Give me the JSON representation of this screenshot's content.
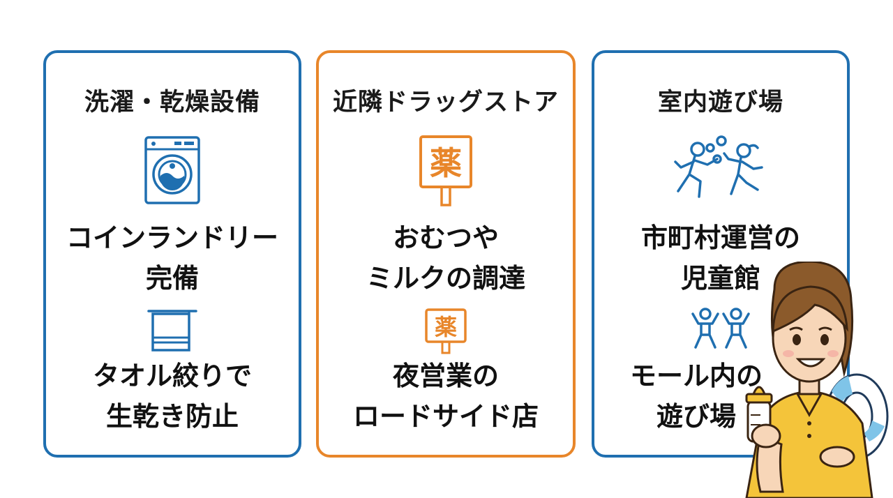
{
  "cards": [
    {
      "title": "洗濯・乾燥設備",
      "item1": [
        "コインランドリー",
        "完備"
      ],
      "item2": [
        "タオル絞りで",
        "生乾き防止"
      ],
      "icon1": "washing-machine-icon",
      "icon2": "towel-icon",
      "border_color": "#1f6fb0"
    },
    {
      "title": "近隣ドラッグストア",
      "item1": [
        "おむつや",
        "ミルクの調達"
      ],
      "item2": [
        "夜営業の",
        "ロードサイド店"
      ],
      "icon1": "pharmacy-sign-icon",
      "icon2": "pharmacy-sign-small-icon",
      "sign_text": "薬",
      "border_color": "#e8862a"
    },
    {
      "title": "室内遊び場",
      "item1": [
        "市町村運営の",
        "児童館"
      ],
      "item2": [
        "モール内の",
        "遊び場"
      ],
      "icon1": "children-playing-ball-icon",
      "icon2": "children-jumping-icon",
      "border_color": "#1f6fb0"
    }
  ],
  "colors": {
    "blue": "#1f6fb0",
    "orange": "#e8862a",
    "text": "#111111"
  }
}
